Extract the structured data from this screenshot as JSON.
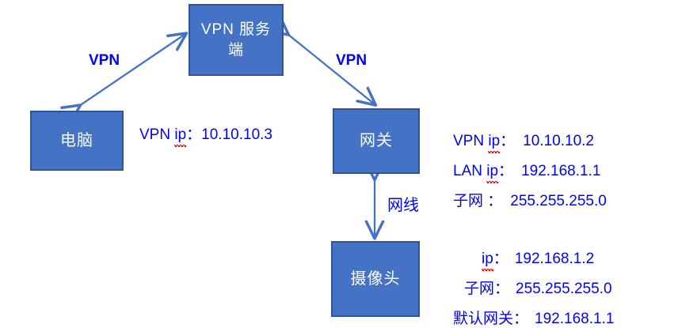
{
  "diagram": {
    "background_color": "#ffffff",
    "node_fill_color": "#4472C4",
    "node_border_color": "#2F5597",
    "node_text_color": "#FFFFFF",
    "arrow_color": "#4472C4",
    "label_text_color": "#0000FF",
    "spellcheck_underline_color": "#FF0000"
  },
  "nodes": {
    "vpn_server": {
      "label": "VPN 服务端"
    },
    "computer": {
      "label": "电脑"
    },
    "gateway": {
      "label": "网关"
    },
    "camera": {
      "label": "摄像头"
    }
  },
  "edges": {
    "computer_to_server": {
      "label": "VPN"
    },
    "server_to_gateway": {
      "label": "VPN"
    },
    "gateway_to_camera": {
      "label": "网线"
    }
  },
  "annotations": {
    "computer": {
      "vpn_ip_prefix": "VPN ",
      "vpn_ip_key": "ip",
      "vpn_ip_colon": "：",
      "vpn_ip_value": "10.10.10.3"
    },
    "gateway": {
      "rows": [
        {
          "prefix": "VPN ",
          "key": "ip",
          "colon": "：",
          "value": "10.10.10.2",
          "spell": true
        },
        {
          "prefix": "LAN ",
          "key": "ip",
          "colon": "：",
          "value": "192.168.1.1",
          "spell": true
        },
        {
          "prefix": "",
          "key": "子网 ",
          "colon": "：",
          "value": "255.255.255.0",
          "spell": false
        }
      ]
    },
    "camera": {
      "rows": [
        {
          "prefix": "",
          "key": "ip",
          "colon": "：",
          "value": "192.168.1.2",
          "spell": true
        },
        {
          "prefix": "",
          "key": "子网",
          "colon": "：",
          "value": "255.255.255.0",
          "spell": false
        },
        {
          "prefix": "",
          "key": "默认网关",
          "colon": "：",
          "value": "192.168.1.1",
          "spell": false
        }
      ]
    }
  }
}
